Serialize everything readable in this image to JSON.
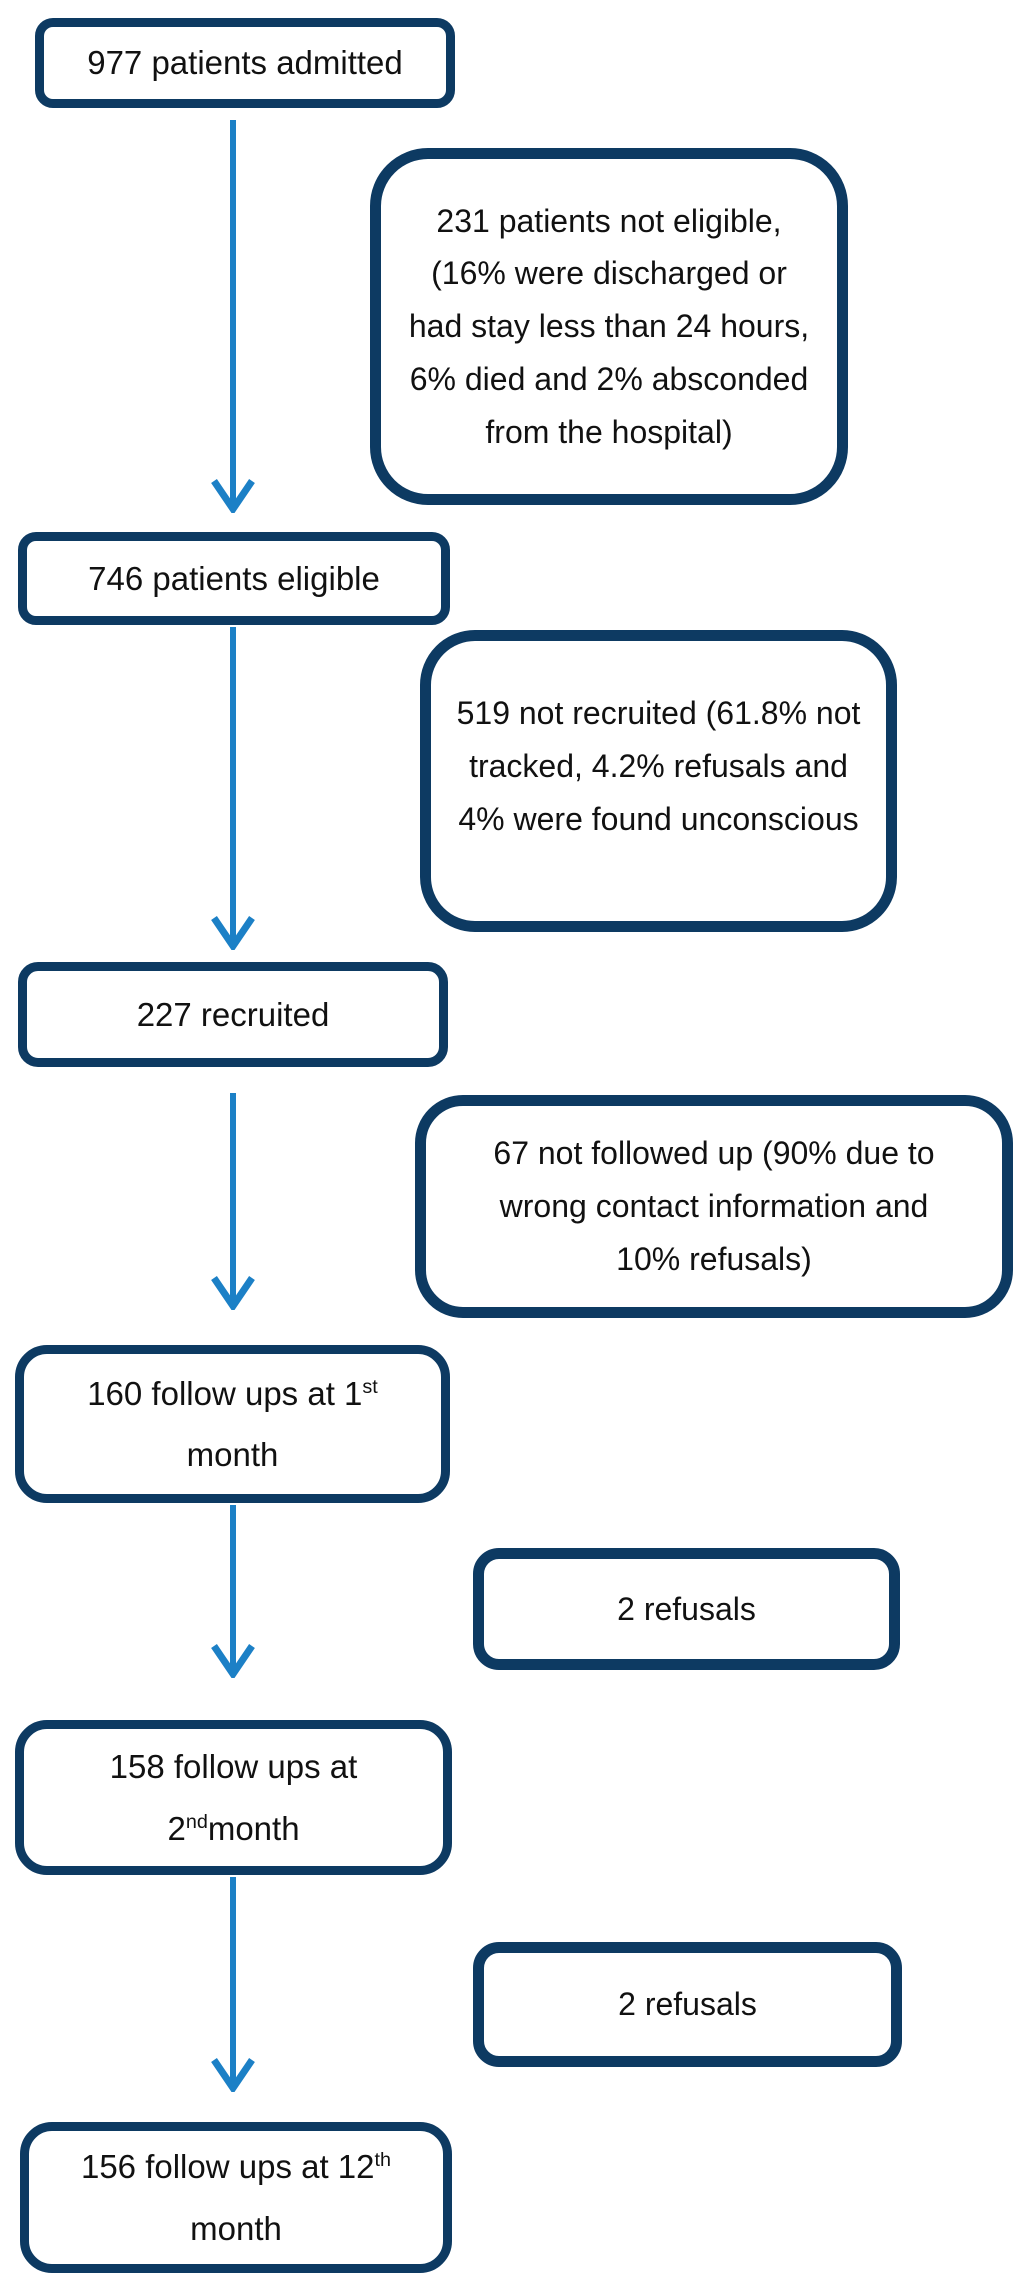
{
  "palette": {
    "box_border": "#0d3a62",
    "arrow": "#1c80c6",
    "text": "#111111",
    "background": "#ffffff"
  },
  "flow": {
    "main_boxes": [
      {
        "name": "patients-admitted",
        "text": "977 patients admitted"
      },
      {
        "name": "patients-eligible",
        "text": "746 patients eligible"
      },
      {
        "name": "recruited",
        "text": "227 recruited"
      },
      {
        "name": "followup-1st-month",
        "line1": "160 follow ups at 1",
        "line1_sup": "st",
        "line2": "month"
      },
      {
        "name": "followup-2nd-month",
        "line1": "158 follow ups at",
        "line2_pre": "2",
        "line2_sup": "nd",
        "line2_post": "month"
      },
      {
        "name": "followup-12th-month",
        "line1": "156 follow ups at 12",
        "line1_sup": "th",
        "line2": "month"
      }
    ],
    "side_boxes": [
      {
        "name": "not-eligible",
        "text": "231 patients not eligible,\n(16% were discharged or\nhad stay less than 24 hours,\n6% died and 2% absconded\nfrom the hospital)"
      },
      {
        "name": "not-recruited",
        "text": "519 not recruited (61.8% not\ntracked, 4.2% refusals and\n4% were found unconscious"
      },
      {
        "name": "not-followed-up",
        "text": "67 not followed up (90% due to\nwrong contact information and\n10% refusals)"
      },
      {
        "name": "refusals-after-1st-month",
        "text": "2 refusals"
      },
      {
        "name": "refusals-after-2nd-month",
        "text": "2 refusals"
      }
    ]
  }
}
